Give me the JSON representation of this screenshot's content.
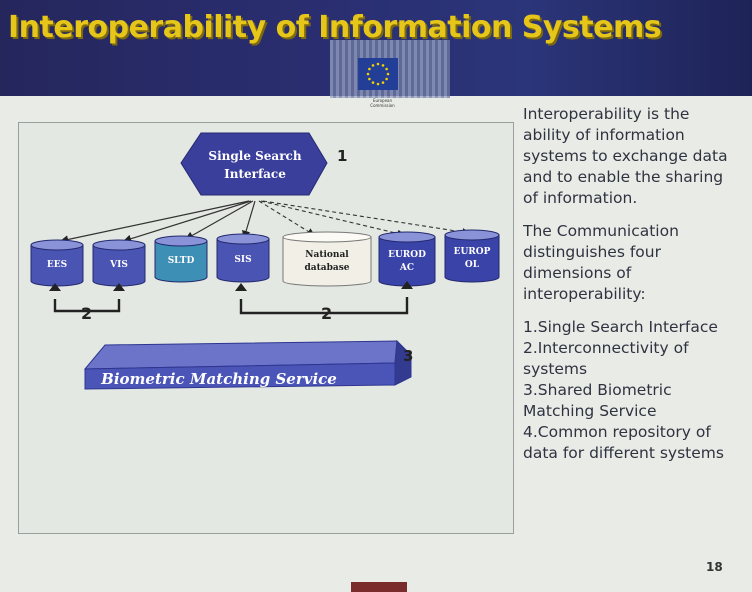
{
  "slide": {
    "title": "Interoperability of Information Systems",
    "page_number": "18",
    "logo_caption": [
      "European",
      "Commission"
    ]
  },
  "diagram": {
    "hub_label": [
      "Single Search",
      "Interface"
    ],
    "hub_number": "1",
    "databases": [
      {
        "label": [
          "EES"
        ],
        "color": "#4a55b3"
      },
      {
        "label": [
          "VIS"
        ],
        "color": "#4a55b3"
      },
      {
        "label": [
          "SLTD"
        ],
        "color": "#3e8fb5"
      },
      {
        "label": [
          "SIS"
        ],
        "color": "#4a55b3"
      },
      {
        "label": [
          "National",
          "database"
        ],
        "color": "#f2f0e6"
      },
      {
        "label": [
          "EUROD",
          "AC"
        ],
        "color": "#3a44a8"
      },
      {
        "label": [
          "EUROP",
          "OL"
        ],
        "color": "#3a44a8"
      }
    ],
    "connector_left_number": "2",
    "connector_right_number": "2",
    "biometric_label": "Biometric Matching Service",
    "biometric_number": "3"
  },
  "text_panel": {
    "paragraph1": [
      "Interoperability is the",
      "ability of information",
      "systems to exchange data",
      "and to enable the sharing",
      "of information."
    ],
    "paragraph2": [
      "The Communication",
      "distinguishes four",
      "dimensions of",
      "interoperability:"
    ],
    "list": [
      "1.Single Search Interface",
      "2.Interconnectivity of",
      "systems",
      "3.Shared Biometric",
      "Matching Service",
      "4.Common repository of",
      "data for different systems"
    ]
  },
  "colors": {
    "title": "#e7c61a",
    "header": "#2a2f72",
    "hub": "#3b3f9c",
    "biometric": "#4b55b8",
    "text": "#2f3340"
  }
}
